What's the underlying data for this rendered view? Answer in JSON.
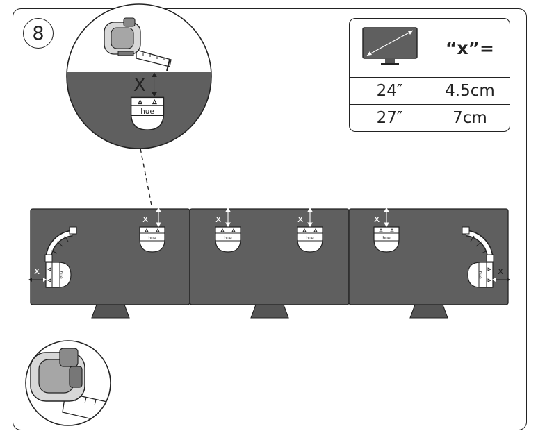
{
  "step_number": "8",
  "brand_label": "hue",
  "measure_label": "x",
  "zoom_measure_label": "X",
  "table": {
    "header": "“x”=",
    "rows": [
      {
        "size": "24″",
        "value": "4.5cm"
      },
      {
        "size": "27″",
        "value": "7cm"
      }
    ]
  },
  "icons": [
    "tape-measure-icon",
    "monitor-diagonal-icon",
    "light-strip-mount-icon",
    "corner-light-icon"
  ],
  "colors": {
    "monitor": "#5f5f5f",
    "stand": "#555555",
    "line": "#222222",
    "light": "#ffffff"
  }
}
